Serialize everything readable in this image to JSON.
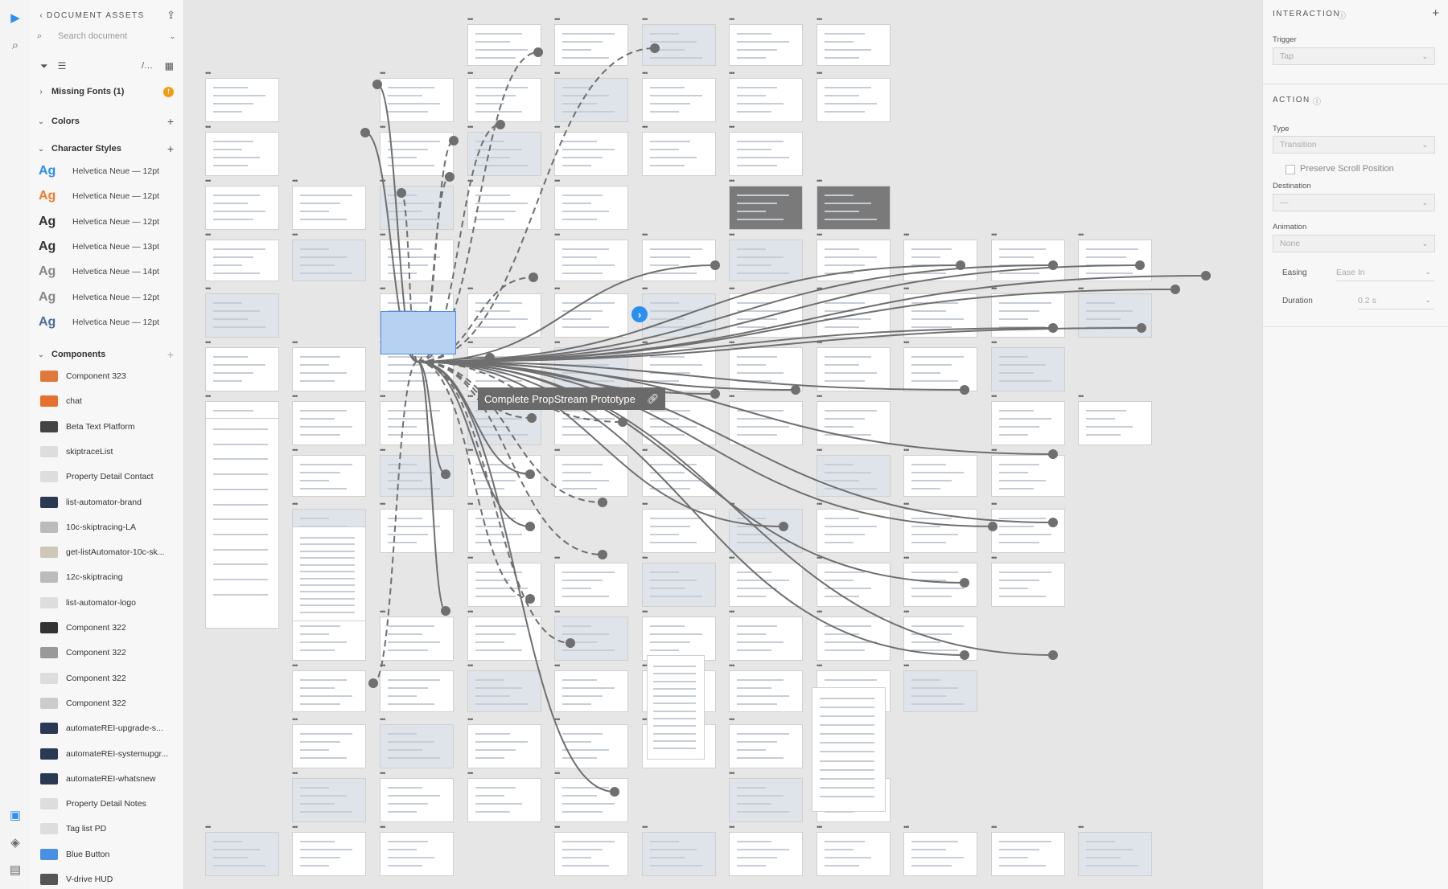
{
  "assets": {
    "title": "DOCUMENT ASSETS",
    "search_placeholder": "Search document",
    "missing_fonts": "Missing Fonts (1)",
    "missing_badge": "!",
    "colors": "Colors",
    "character_styles": "Character Styles",
    "styles": [
      {
        "ag": "Ag",
        "label": "Helvetica Neue — 12pt",
        "color": "#2b8ff0"
      },
      {
        "ag": "Ag",
        "label": "Helvetica Neue — 12pt",
        "color": "#f07a2b"
      },
      {
        "ag": "Ag",
        "label": "Helvetica Neue — 12pt",
        "color": "#333333"
      },
      {
        "ag": "Ag",
        "label": "Helvetica Neue — 13pt",
        "color": "#333333"
      },
      {
        "ag": "Ag",
        "label": "Helvetica Neue — 14pt",
        "color": "#888888"
      },
      {
        "ag": "Ag",
        "label": "Helvetica Neue — 12pt",
        "color": "#888888"
      },
      {
        "ag": "Ag",
        "label": "Helvetica Neue — 12pt",
        "color": "#4a6e99"
      }
    ],
    "components_title": "Components",
    "components": [
      "Component 323",
      "chat",
      "Beta Text Platform",
      "skiptraceList",
      "Property Detail Contact",
      "list-automator-brand",
      "10c-skiptracing-LA",
      "get-listAutomator-10c-sk...",
      "12c-skiptracing",
      "list-automator-logo",
      "Component 322",
      "Component 322",
      "Component 322",
      "Component 322",
      "automateREI-upgrade-s...",
      "automateREI-systemupgr...",
      "automateREI-whatsnew",
      "Property Detail Notes",
      "Tag list PD",
      "Blue Button",
      "V-drive HUD"
    ]
  },
  "canvas": {
    "flow_label": "Complete PropStream Prototype",
    "home_badge": "›"
  },
  "interaction": {
    "title": "INTERACTION",
    "trigger_label": "Trigger",
    "trigger_value": "Tap",
    "action_title": "ACTION",
    "type_label": "Type",
    "type_value": "Transition",
    "preserve_scroll": "Preserve Scroll Position",
    "destination_label": "Destination",
    "destination_value": "—",
    "animation_label": "Animation",
    "animation_value": "None",
    "easing_label": "Easing",
    "easing_value": "Ease In",
    "duration_label": "Duration",
    "duration_value": "0.2 s"
  },
  "colors": {
    "accent": "#2b8ff0",
    "warning": "#f39c12",
    "wire": "#6f6f6f"
  }
}
